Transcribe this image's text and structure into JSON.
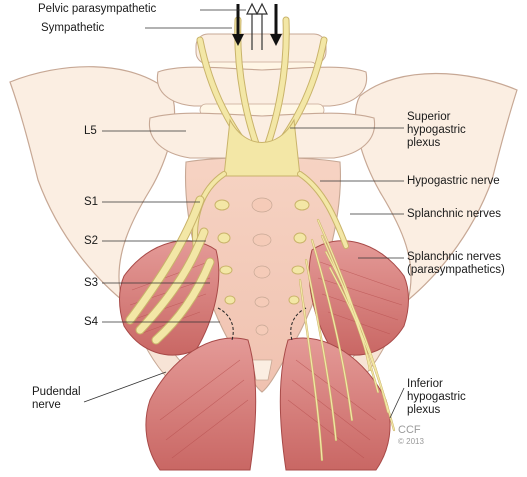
{
  "labels": {
    "pelvic_parasympathetic": "Pelvic parasympathetic",
    "sympathetic": "Sympathetic",
    "l5": "L5",
    "s1": "S1",
    "s2": "S2",
    "s3": "S3",
    "s4": "S4",
    "pudendal_nerve": "Pudendal\nnerve",
    "superior_hypogastric_plexus": "Superior\nhypogastric\nplexus",
    "hypogastric_nerve": "Hypogastric nerve",
    "splanchnic_nerves": "Splanchnic nerves",
    "splanchnic_nerves_parasympathetics": "Splanchnic nerves\n(parasympathetics)",
    "inferior_hypogastric_plexus": "Inferior\nhypogastric\nplexus"
  },
  "credit": {
    "brand": "CCF",
    "copyright": "© 2013"
  },
  "colors": {
    "nerve": "#f3e7a6",
    "nerve_outline": "#c9b36a",
    "bone": "#fbeee2",
    "bone_outline": "#c7a895",
    "muscle": "#dd8c8a",
    "muscle_dark": "#b8504f",
    "disc": "#fff6e6",
    "arrow": "#111111"
  }
}
